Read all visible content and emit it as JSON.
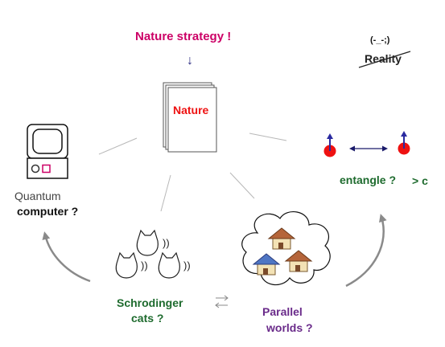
{
  "title": "Nature  strategy  !",
  "down_arrow": "↓",
  "nature_box": "Nature",
  "face": "(-_-;)",
  "reality": "Reality",
  "quantum_computer": {
    "line1": "Quantum",
    "line2": "computer ?"
  },
  "entangle": {
    "label": "entangle ?",
    "faster": "> c"
  },
  "schrodinger": {
    "line1": "Schrodinger",
    "line2": "cats  ?"
  },
  "parallel": {
    "line1": "Parallel",
    "line2": "worlds  ?"
  },
  "cat_sounds": "))",
  "colors": {
    "title": "#cc0066",
    "nature_text": "#ee1111",
    "green_text": "#1e6b2e",
    "purple_text": "#6a2b8a",
    "gray_text": "#333333",
    "spin_ball": "#ee1111",
    "spin_arrow": "#2a2aa0",
    "roof": "#b5653a",
    "roof_blue": "#4f76c4",
    "house_wall": "#f3e2b5",
    "connector": "#b8b8b8"
  }
}
